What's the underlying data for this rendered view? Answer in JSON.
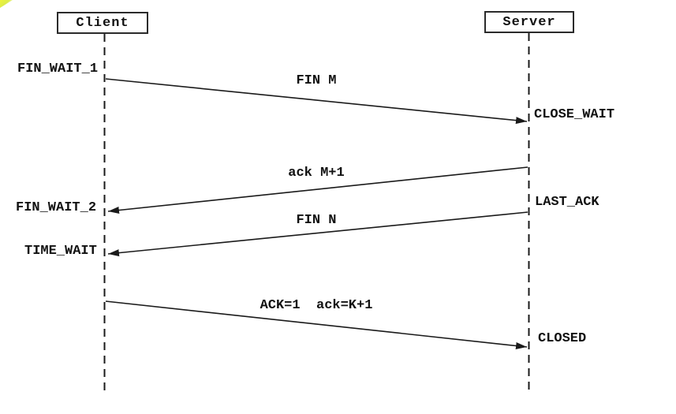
{
  "diagram": {
    "type": "sequence",
    "subject": "tcp-connection-termination",
    "actors": [
      {
        "id": "client",
        "label": "Client"
      },
      {
        "id": "server",
        "label": "Server"
      }
    ],
    "states": {
      "client": [
        "FIN_WAIT_1",
        "FIN_WAIT_2",
        "TIME_WAIT"
      ],
      "server": [
        "CLOSE_WAIT",
        "LAST_ACK",
        "CLOSED"
      ]
    },
    "messages": [
      {
        "label": "FIN M",
        "from": "client",
        "to": "server"
      },
      {
        "label": "ack M+1",
        "from": "server",
        "to": "client"
      },
      {
        "label": "FIN N",
        "from": "server",
        "to": "client"
      },
      {
        "label": "ACK=1  ack=K+1",
        "from": "client",
        "to": "server"
      }
    ],
    "colors": {
      "line": "#1a1a1a",
      "text": "#111111",
      "background": "#ffffff",
      "corner_artifact": "#eff33a"
    }
  }
}
